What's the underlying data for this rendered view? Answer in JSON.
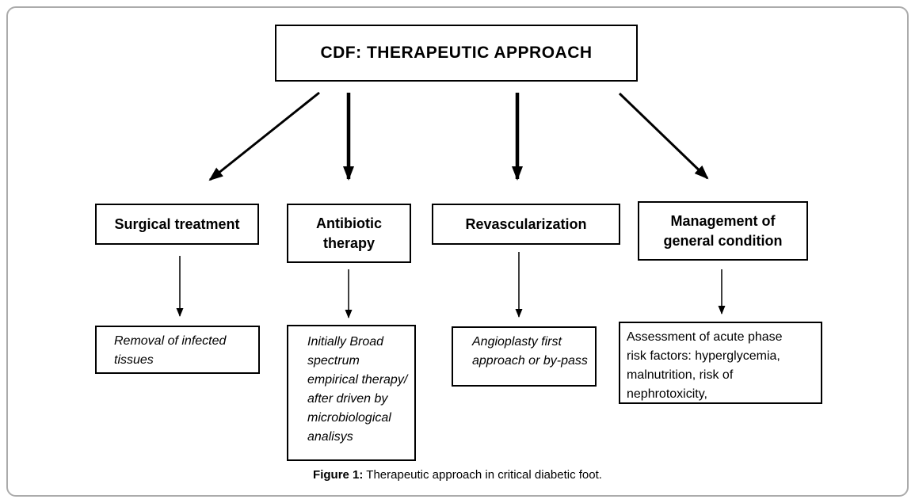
{
  "diagram": {
    "root": {
      "label": "CDF: THERAPEUTIC APPROACH"
    },
    "branches": [
      {
        "title": "Surgical treatment",
        "detail": "Removal of infected tissues"
      },
      {
        "title": "Antibiotic therapy",
        "detail": "Initially Broad spectrum empirical therapy/ after driven by microbiological analisys"
      },
      {
        "title": "Revascularization",
        "detail": "Angioplasty first approach or by-pass"
      },
      {
        "title": "Management of general condition",
        "detail": "Assessment of acute phase risk factors: hyperglycemia, malnutrition, risk of nephrotoxicity,"
      }
    ],
    "caption": {
      "prefix": "Figure 1:",
      "text": " Therapeutic approach in critical diabetic foot."
    }
  },
  "colors": {
    "ink": "#000000",
    "frame_border": "#ababab",
    "background": "#ffffff"
  }
}
